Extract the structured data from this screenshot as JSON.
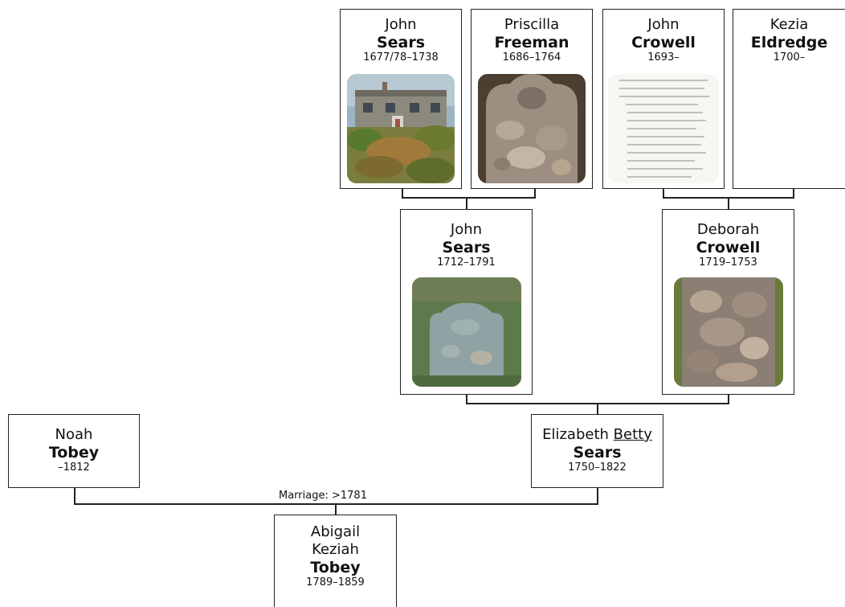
{
  "tree": {
    "great_grandparents": [
      {
        "given": "John",
        "surname": "Sears",
        "dates": "1677/78–1738",
        "photo": "house-photo"
      },
      {
        "given": "Priscilla",
        "surname": "Freeman",
        "dates": "1686–1764",
        "photo": "gravestone-photo"
      },
      {
        "given": "John",
        "surname": "Crowell",
        "dates": "1693–",
        "photo": "document-photo"
      },
      {
        "given": "Kezia",
        "surname": "Eldredge",
        "dates": "1700–"
      }
    ],
    "grandparents": [
      {
        "given": "John",
        "surname": "Sears",
        "dates": "1712–1791",
        "photo": "gravestone-photo"
      },
      {
        "given": "Deborah",
        "surname": "Crowell",
        "dates": "1719–1753",
        "photo": "gravestone-photo"
      }
    ],
    "parents": [
      {
        "given": "Noah",
        "surname": "Tobey",
        "dates": "–1812"
      },
      {
        "given_first": "Elizabeth",
        "given_nick": "Betty",
        "surname": "Sears",
        "dates": "1750–1822"
      }
    ],
    "marriage": {
      "label": "Marriage: >1781"
    },
    "child": {
      "given_line1": "Abigail",
      "given_line2": "Keziah",
      "surname": "Tobey",
      "dates": "1789–1859"
    }
  }
}
